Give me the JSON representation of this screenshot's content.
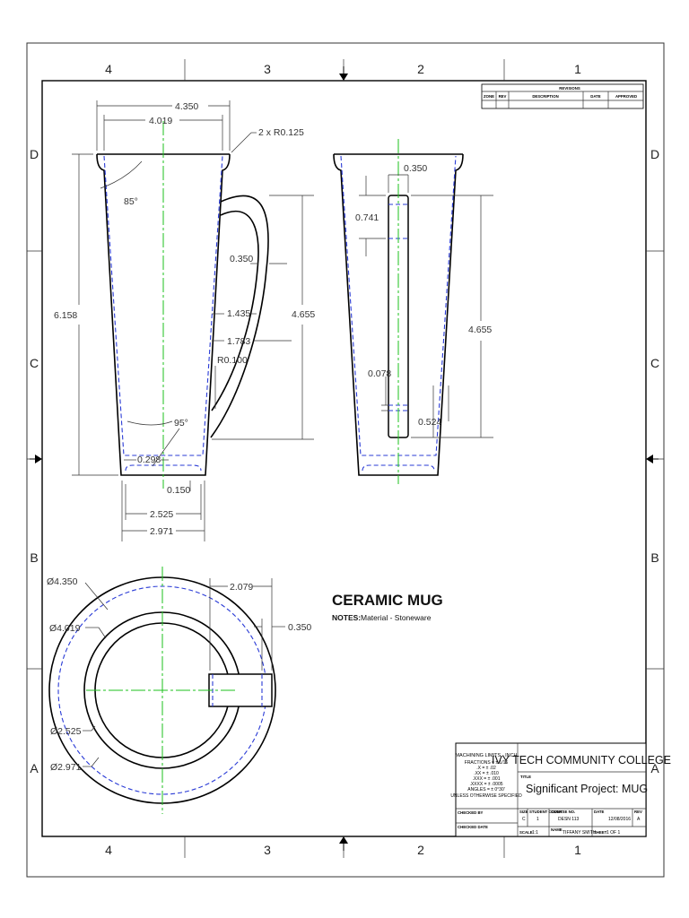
{
  "zones": {
    "columns": [
      "4",
      "3",
      "2",
      "1"
    ],
    "rows": [
      "D",
      "C",
      "B",
      "A"
    ]
  },
  "revisions": {
    "title": "REVISIONS",
    "headers": [
      "ZONE",
      "REV",
      "DESCRIPTION",
      "DATE",
      "APPROVED"
    ]
  },
  "front_view": {
    "top_outer": "4.350",
    "top_inner": "4.019",
    "fillet": "2 x R0.125",
    "angle_top": "85°",
    "height": "6.158",
    "handle_thickness": "0.350",
    "handle_inner": "1.435",
    "handle_outer": "1.783",
    "handle_height": "4.655",
    "handle_radius": "R0.100",
    "angle_bottom": "95°",
    "base_wall": "0.298",
    "base_step": "0.150",
    "bottom_inner": "2.525",
    "bottom_outer": "2.971"
  },
  "side_view": {
    "handle_width": "0.350",
    "top_offset": "0.741",
    "handle_height": "4.655",
    "bottom_gap": "0.078",
    "bottom_offset": "0.524"
  },
  "top_view": {
    "d_outer_rim": "Ø4.350",
    "d_inner_rim": "Ø4.019",
    "d_inner_base": "Ø2.525",
    "d_outer_base": "Ø2.971",
    "handle_reach": "2.079",
    "handle_width": "0.350"
  },
  "part": {
    "name": "CERAMIC MUG",
    "notes_label": "NOTES:",
    "notes_text": "Material - Stoneware"
  },
  "title_block": {
    "limits_title": "MACHINING LIMITS - INCH",
    "limits": [
      "FRACTIONS = ± 1/16",
      ".X = ± .02",
      ".XX = ± .010",
      ".XXX = ± .001",
      ".XXXX = ± .0005",
      "ANGLES = ± 0°30'",
      "UNLESS OTHERWISE SPECIFIED"
    ],
    "checked_by": "CHECKED BY",
    "checked_date": "CHECKED DATE",
    "school": "IVY TECH COMMUNITY COLLEGE",
    "title_label": "TITLE",
    "title": "Significant Project: MUG",
    "size_label": "SIZE",
    "size": "C",
    "student_count_label": "STUDENT COUNT",
    "student_count": "1",
    "course_label": "COURSE NO.",
    "course": "DESN 113",
    "date_label": "DATE",
    "date": "12/08/2016",
    "rev_label": "REV",
    "rev": "A",
    "scale_label": "SCALE",
    "scale": "1:1",
    "name_label": "NAME",
    "name": "TIFFANY SMITH",
    "sheet_label": "SHEET",
    "sheet": "1 OF 1"
  }
}
